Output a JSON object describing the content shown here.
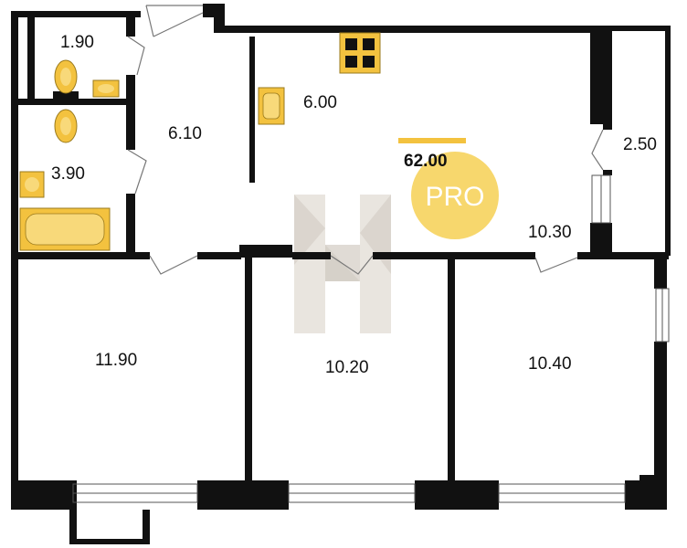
{
  "plan": {
    "total_area": "62.00",
    "badge": "PRO",
    "colors": {
      "wall": "#111111",
      "fixture": "#f3c23f",
      "fixture_edge": "#9a7a1c",
      "badge": "#f6d35d",
      "watermark": "#d9d4cc",
      "door": "#888888"
    },
    "rooms": [
      {
        "id": "wc",
        "area": "1.90"
      },
      {
        "id": "corridor",
        "area": "6.10"
      },
      {
        "id": "kitchen",
        "area": "6.00"
      },
      {
        "id": "balcony",
        "area": "2.50"
      },
      {
        "id": "bathroom",
        "area": "3.90"
      },
      {
        "id": "living",
        "area": "10.30"
      },
      {
        "id": "bedroom-1",
        "area": "11.90"
      },
      {
        "id": "bedroom-2",
        "area": "10.20"
      },
      {
        "id": "bedroom-3",
        "area": "10.40"
      }
    ]
  }
}
